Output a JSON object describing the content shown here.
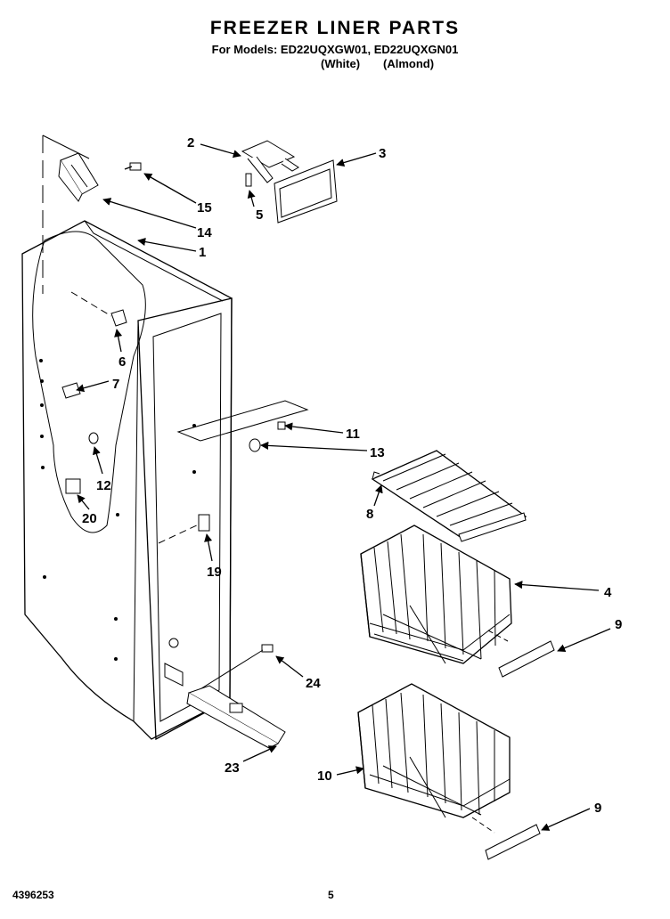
{
  "header": {
    "title": "FREEZER LINER PARTS",
    "models_line": "For Models: ED22UQXGW01, ED22UQXGN01",
    "color_white": "(White)",
    "color_almond": "(Almond)"
  },
  "callouts": [
    "2",
    "3",
    "5",
    "15",
    "14",
    "1",
    "6",
    "7",
    "12",
    "20",
    "11",
    "13",
    "8",
    "4",
    "9",
    "19",
    "24",
    "23",
    "10",
    "9"
  ],
  "footer": {
    "doc_number": "4396253",
    "page_number": "5"
  }
}
